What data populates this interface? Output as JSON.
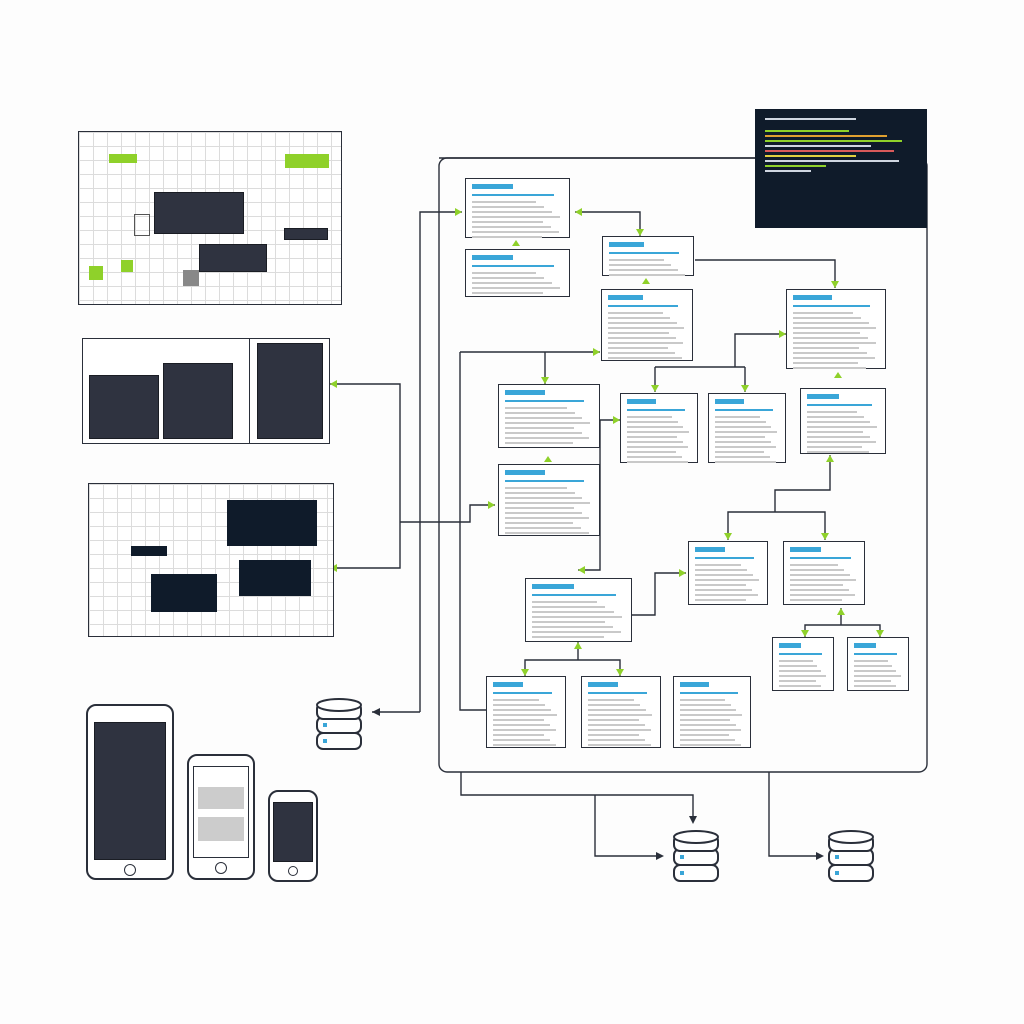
{
  "colors": {
    "accent_green": "#8fd12a",
    "accent_blue": "#3aa6d8",
    "dark_panel": "#0f1b2a",
    "line": "#2a2f3a"
  },
  "flowchart": {
    "card_count": 18
  },
  "databases": {
    "count": 3
  },
  "devices": {
    "count": 3
  }
}
